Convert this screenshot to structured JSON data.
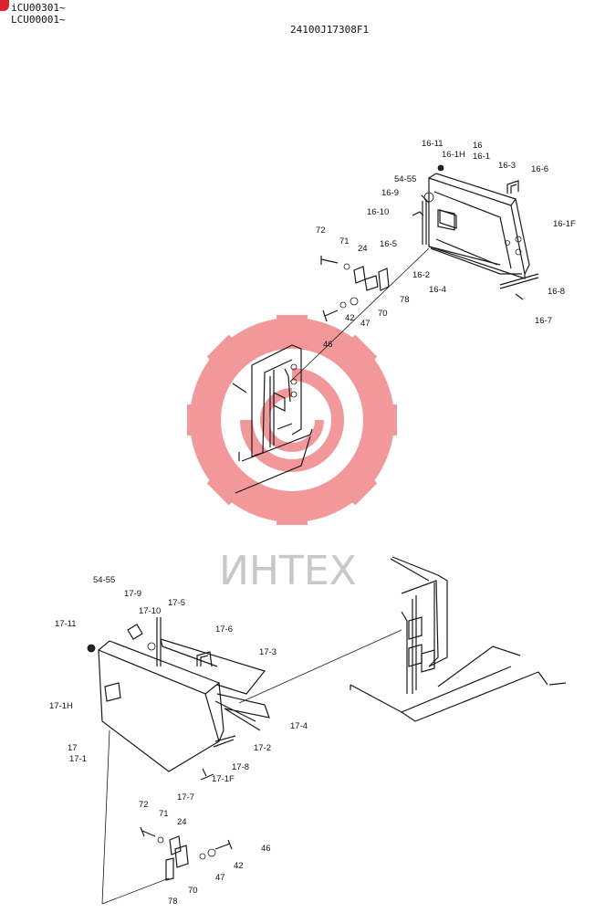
{
  "header": {
    "serial_line_1": "iCU00301~",
    "serial_line_2": "LCU00001~",
    "drawing_code": "24100J17308F1"
  },
  "watermark": {
    "text": "ИНТЕХ",
    "color": "#e8454a"
  },
  "callouts_upper": [
    "16-11",
    "16-1H",
    "16",
    "16-1",
    "16-3",
    "16-6",
    "54-55",
    "16-9",
    "16-10",
    "16-1F",
    "72",
    "71",
    "24",
    "16-5",
    "16-2",
    "16-4",
    "16-8",
    "78",
    "42",
    "70",
    "47",
    "46",
    "16-7"
  ],
  "callouts_lower": [
    "54-55",
    "17-9",
    "17-10",
    "17-5",
    "17-11",
    "17-6",
    "17-3",
    "17-1H",
    "17-4",
    "17",
    "17-2",
    "17-1",
    "17-8",
    "17-1F",
    "17-7",
    "72",
    "71",
    "24",
    "46",
    "42",
    "47",
    "70",
    "78"
  ]
}
